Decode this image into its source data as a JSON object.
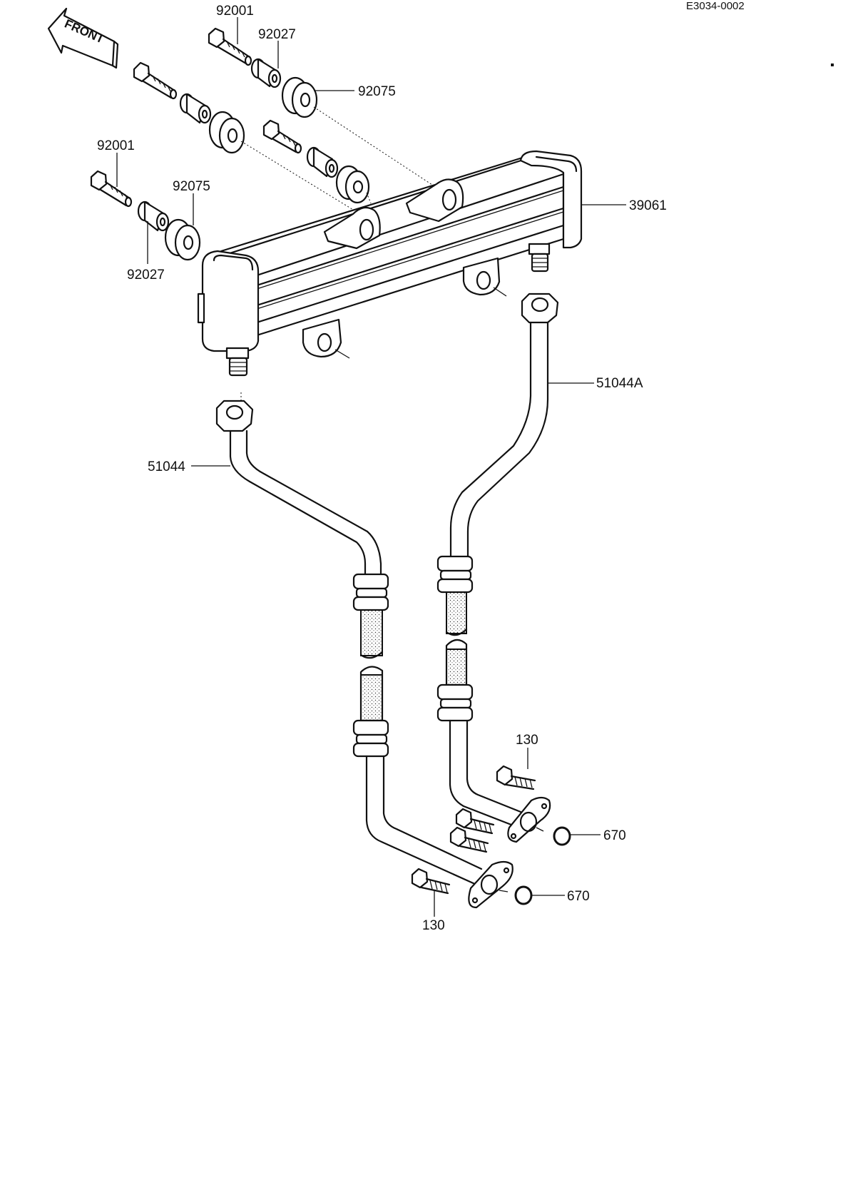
{
  "drawing_code": "E3034-0002",
  "front_label": "FRONT",
  "callouts": {
    "bolt_top": "92001",
    "collar_top": "92027",
    "grommet_top": "92075",
    "bolt_left": "92001",
    "grommet_left": "92075",
    "collar_left": "92027",
    "rail": "39061",
    "pipe_right": "51044A",
    "pipe_left": "51044",
    "bolt_flange_right": "130",
    "oring_right": "670",
    "oring_left": "670",
    "bolt_flange_left": "130"
  }
}
